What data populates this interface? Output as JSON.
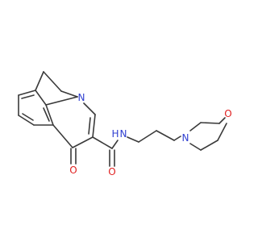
{
  "structure": {
    "atoms": {
      "n_ring": "N",
      "o_ketone": "O",
      "o_amide": "O",
      "n_amide": "N",
      "n_amide_h": "H",
      "n_morpholine": "N",
      "o_morpholine": "O"
    },
    "colors": {
      "bond": "#3a3a3a",
      "nitrogen": "#2f3fd0",
      "oxygen": "#e02020"
    }
  }
}
